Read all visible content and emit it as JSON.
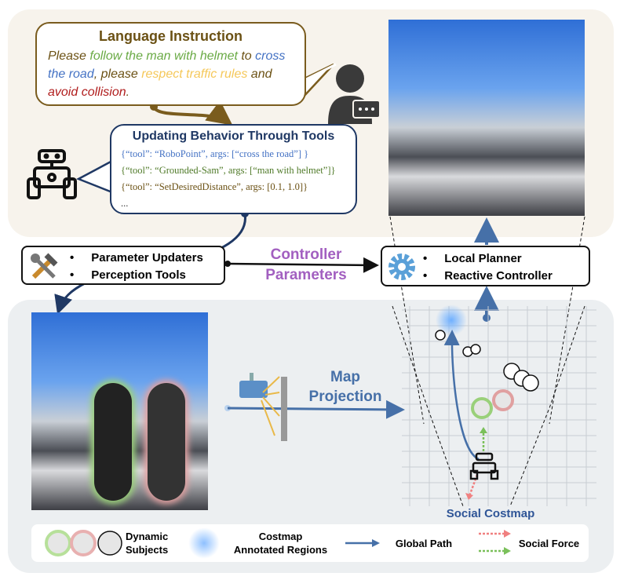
{
  "instruction": {
    "title": "Language Instruction",
    "segments": [
      {
        "text": "Please ",
        "color": "#6b5114"
      },
      {
        "text": "follow the man with helmet",
        "color": "#6aaa45"
      },
      {
        "text": " to ",
        "color": "#6b5114"
      },
      {
        "text": "cross the road",
        "color": "#4472c4"
      },
      {
        "text": ", please ",
        "color": "#6b5114"
      },
      {
        "text": "respect traffic rules",
        "color": "#f5c85a"
      },
      {
        "text": " and ",
        "color": "#6b5114"
      },
      {
        "text": "avoid collision",
        "color": "#b01c1c"
      },
      {
        "text": ".",
        "color": "#6b5114"
      }
    ]
  },
  "tools": {
    "title": "Updating Behavior Through Tools",
    "lines": [
      {
        "text": "{“tool”: “RoboPoint”, args: [“cross the road”] }",
        "color": "#4472c4"
      },
      {
        "text": "{“tool”: “Grounded-Sam”, args: [“man with helmet”]}",
        "color": "#4f7a28"
      },
      {
        "text": "{“tool”: “SetDesiredDistance”, args: [0.1, 1.0]}",
        "color": "#6b5114"
      },
      {
        "text": "...",
        "color": "#333333"
      }
    ]
  },
  "left_box": {
    "items": [
      "Parameter Updaters",
      "Perception Tools"
    ]
  },
  "right_box": {
    "items": [
      "Local Planner",
      "Reactive Controller"
    ]
  },
  "controller_label": [
    "Controller",
    "Parameters"
  ],
  "map_label": [
    "Map",
    "Projection"
  ],
  "costmap_label": "Social Costmap",
  "legend": {
    "dynamic": [
      "Dynamic",
      "Subjects"
    ],
    "costmap": [
      "Costmap",
      "Annotated Regions"
    ],
    "global_path": "Global Path",
    "social_force": "Social Force"
  }
}
